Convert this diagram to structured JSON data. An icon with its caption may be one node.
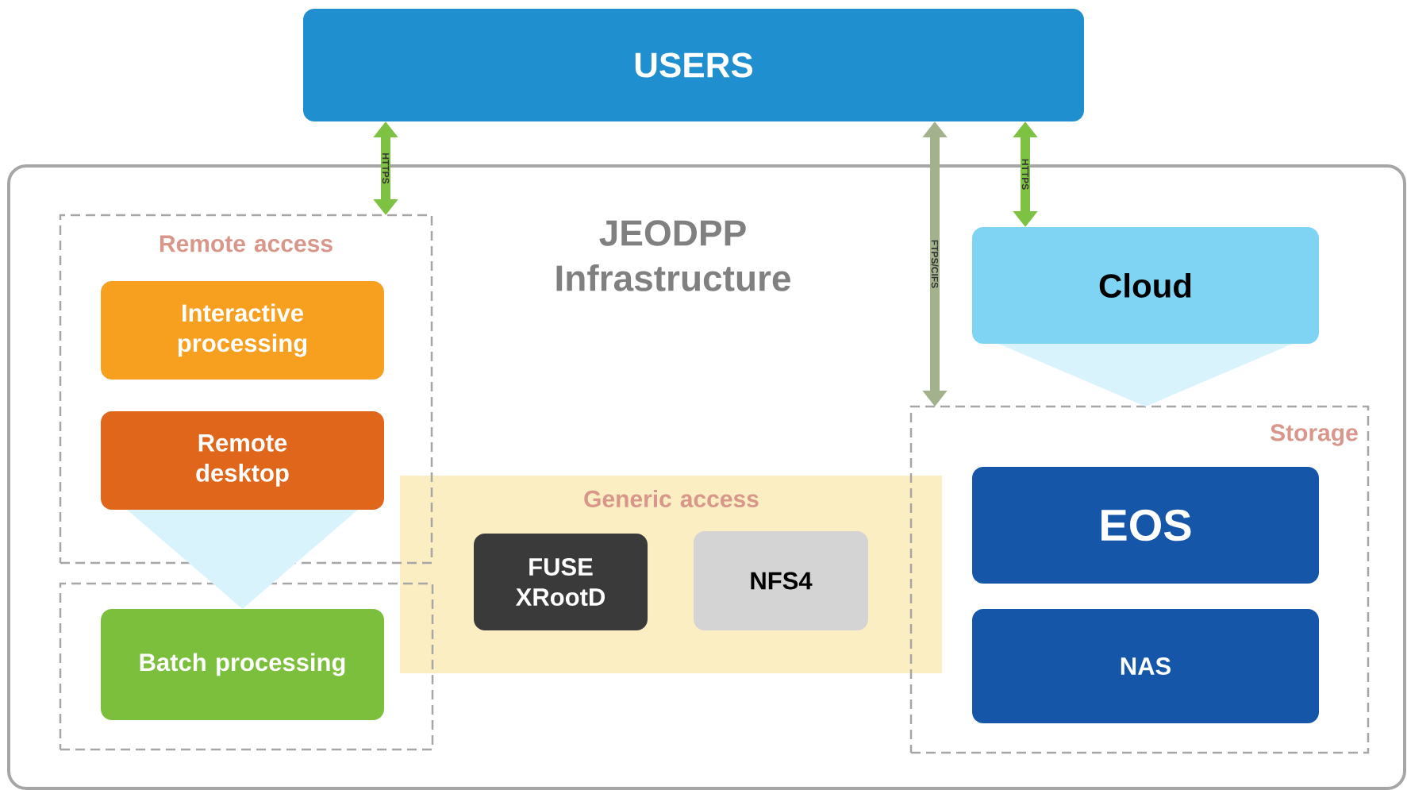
{
  "diagram": {
    "nodes": [
      {
        "text": [
          "USERS"
        ]
      },
      {
        "text": [
          "JEODPP Infrastructure"
        ]
      },
      {
        "text": [
          "Remote access"
        ],
        "in": 1
      },
      {
        "text": [
          "Interactive processing"
        ],
        "in": 2
      },
      {
        "text": [
          "Remote desktop"
        ],
        "in": 2
      },
      {
        "text": [],
        "shape": "box",
        "in": 1
      },
      {
        "text": [
          "Batch processing"
        ],
        "in": 5
      },
      {
        "text": [
          "Generic access"
        ],
        "in": 1
      },
      {
        "text": [
          "FUSE XRootD"
        ],
        "in": 7
      },
      {
        "text": [
          "NFS4"
        ],
        "in": 7
      },
      {
        "text": [
          "Cloud"
        ],
        "in": 1
      },
      {
        "text": [
          "Storage"
        ],
        "in": 1
      },
      {
        "text": [
          "EOS"
        ],
        "in": 11
      },
      {
        "text": [
          "NAS"
        ],
        "in": 11
      },
      {
        "text": [],
        "shape": "triangle",
        "in": 1
      },
      {
        "text": [],
        "shape": "triangle",
        "in": 1
      }
    ],
    "edges": [
      {
        "from": 0,
        "to": 2,
        "arrow": "both",
        "label": "HTTPS"
      },
      {
        "from": 0,
        "to": 11,
        "arrow": "both",
        "label": "FTPS/CIFS",
        "color": "#a3b28c"
      },
      {
        "from": 0,
        "to": 10,
        "arrow": "both",
        "label": "HTTPS"
      }
    ]
  }
}
